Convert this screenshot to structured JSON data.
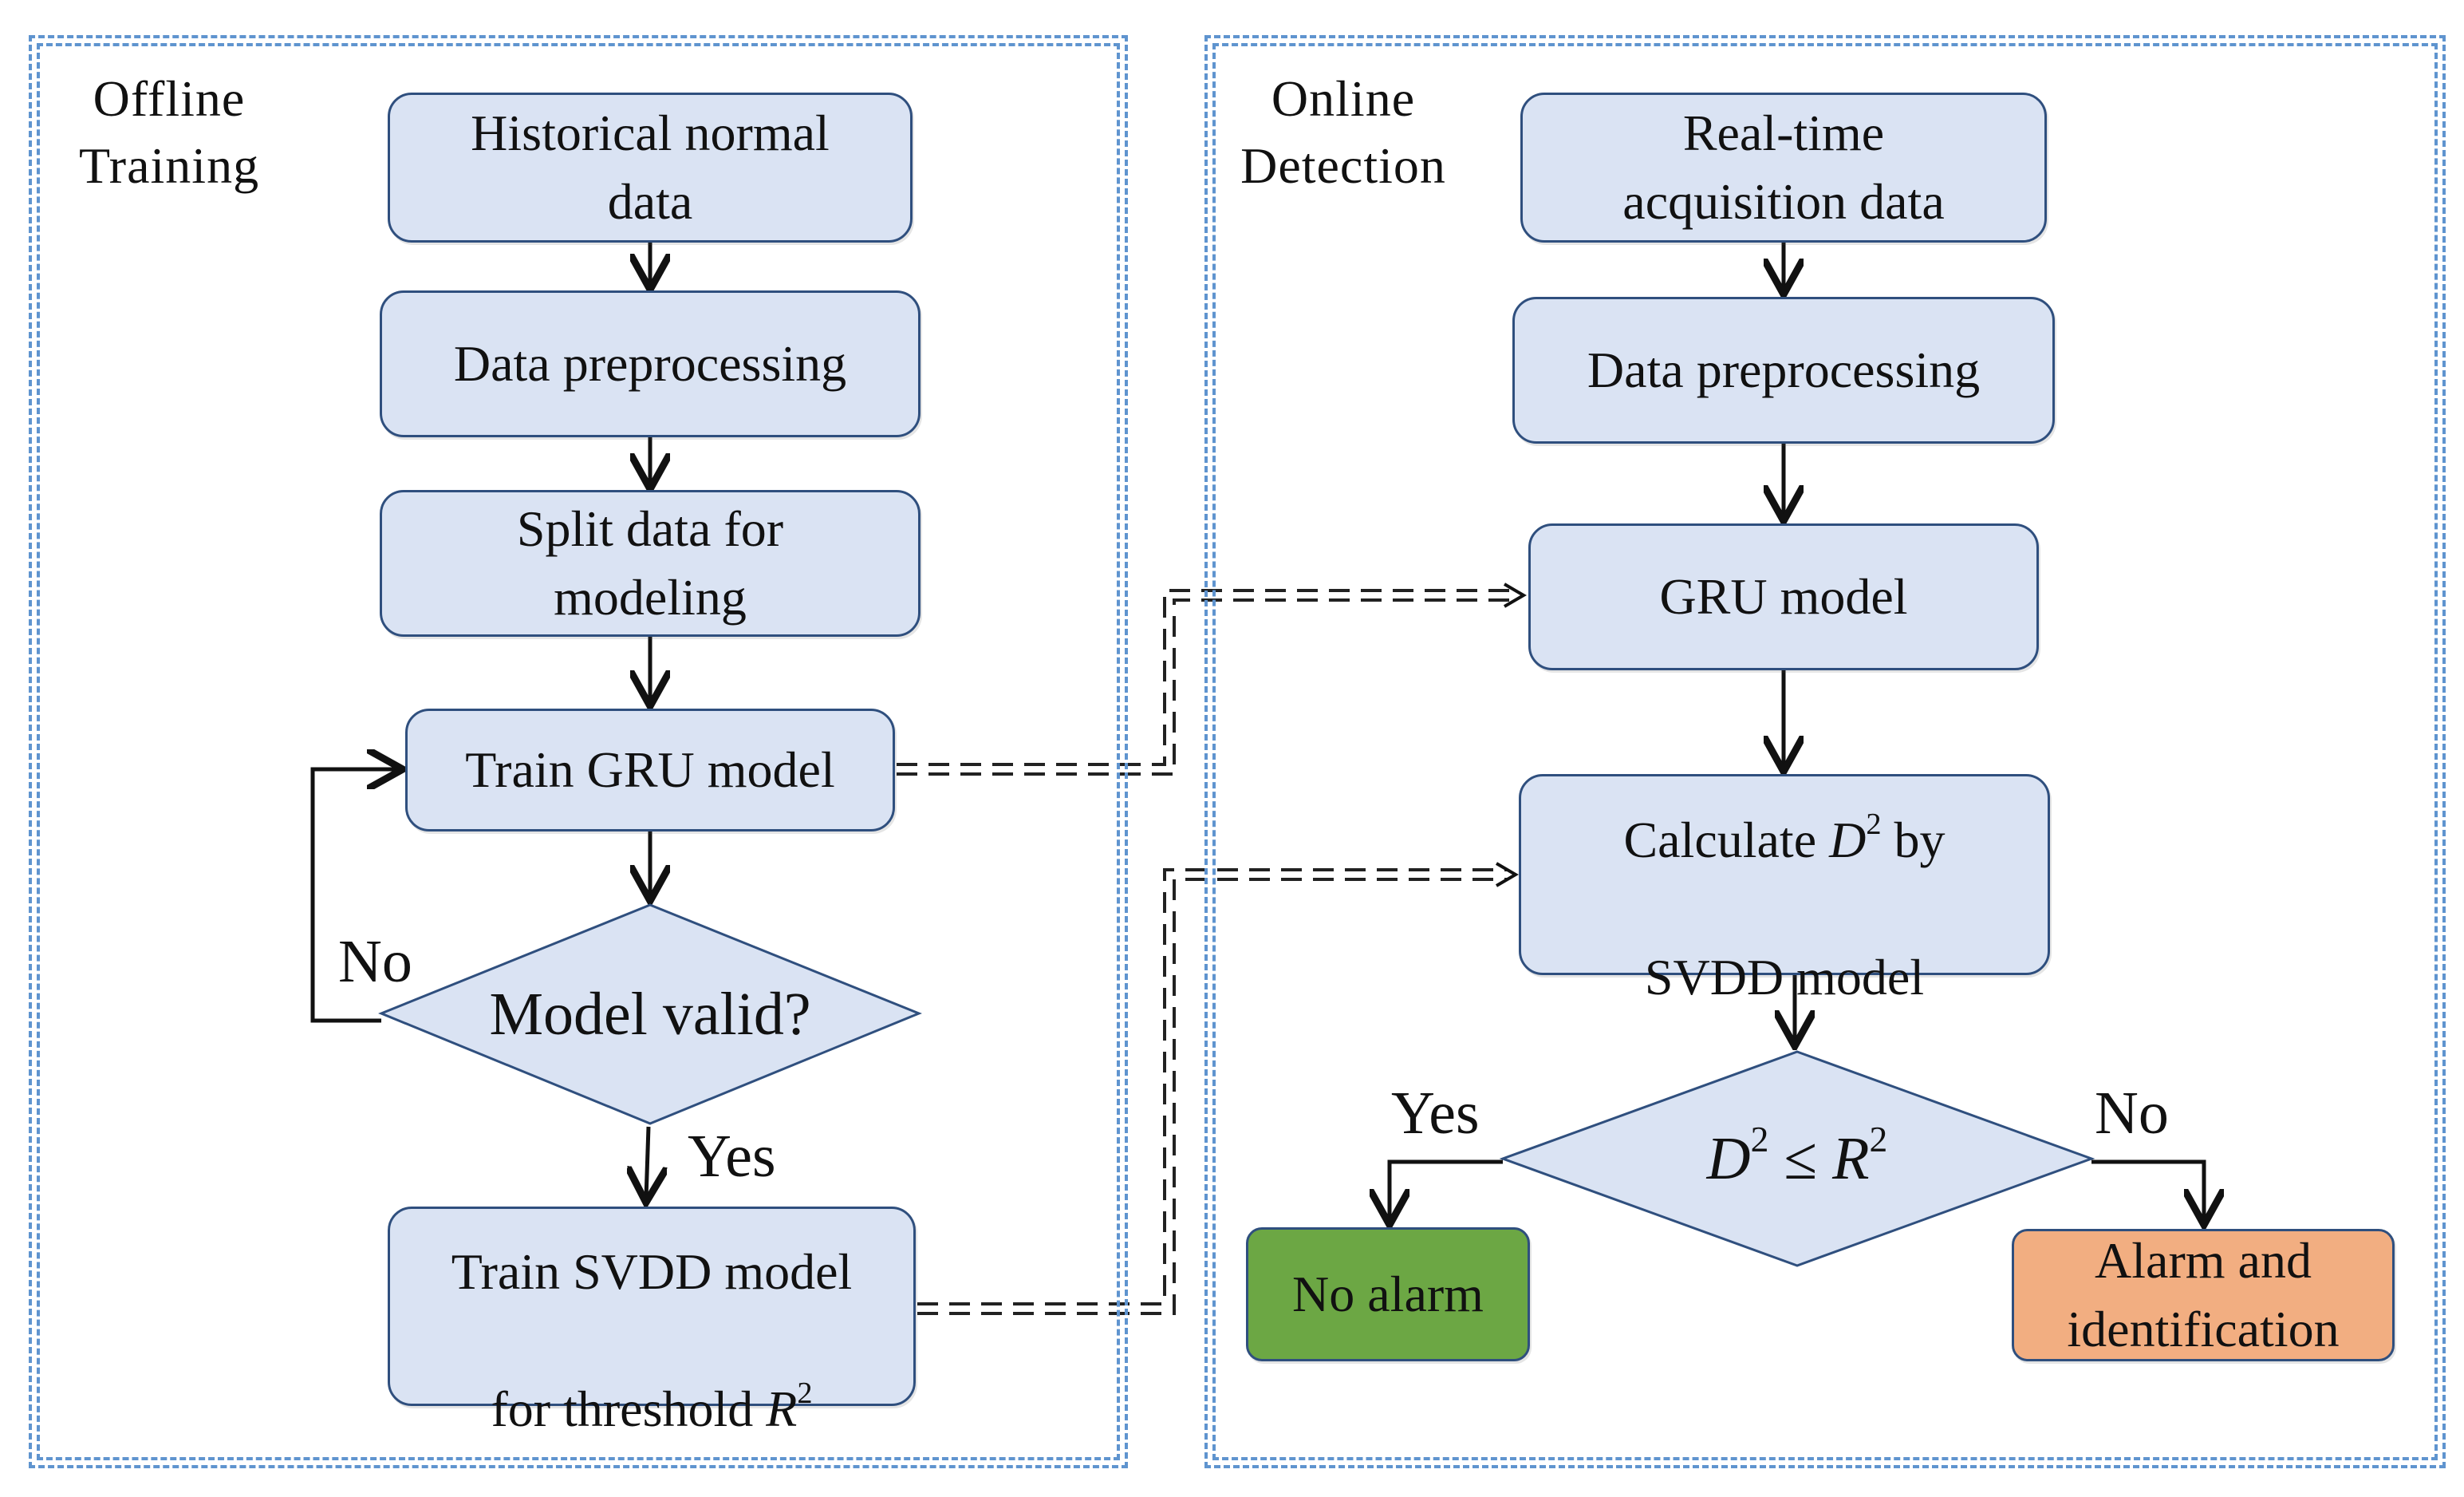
{
  "panels": {
    "offline": {
      "title": "Offline\nTraining"
    },
    "online": {
      "title": "Online\nDetection"
    }
  },
  "offline": {
    "historical": "Historical normal\ndata",
    "preprocess": "Data preprocessing",
    "split": "Split data for\nmodeling",
    "train_gru": "Train GRU model",
    "valid": "Model valid?",
    "no": "No",
    "yes": "Yes",
    "train_svdd": {
      "line1": "Train SVDD model",
      "line2_prefix": "for threshold ",
      "var": "R",
      "exp": "2"
    }
  },
  "online": {
    "realtime": "Real-time\nacquisition data",
    "preprocess": "Data preprocessing",
    "gru": "GRU model",
    "calc": {
      "prefix": "Calculate ",
      "var": "D",
      "exp": "2",
      "suffix": " by",
      "line2": "SVDD model"
    },
    "decision": {
      "lhs": "D",
      "lhs_exp": "2",
      "op": " ≤ ",
      "rhs": "R",
      "rhs_exp": "2"
    },
    "yes": "Yes",
    "no": "No",
    "no_alarm": "No alarm",
    "alarm": "Alarm and\nidentification"
  },
  "colors": {
    "panel_border": "#5f94cf",
    "box_fill": "#dae3f3",
    "box_border": "#2f4f7e",
    "no_alarm_fill": "#6ca744",
    "alarm_fill": "#f2ae81"
  }
}
